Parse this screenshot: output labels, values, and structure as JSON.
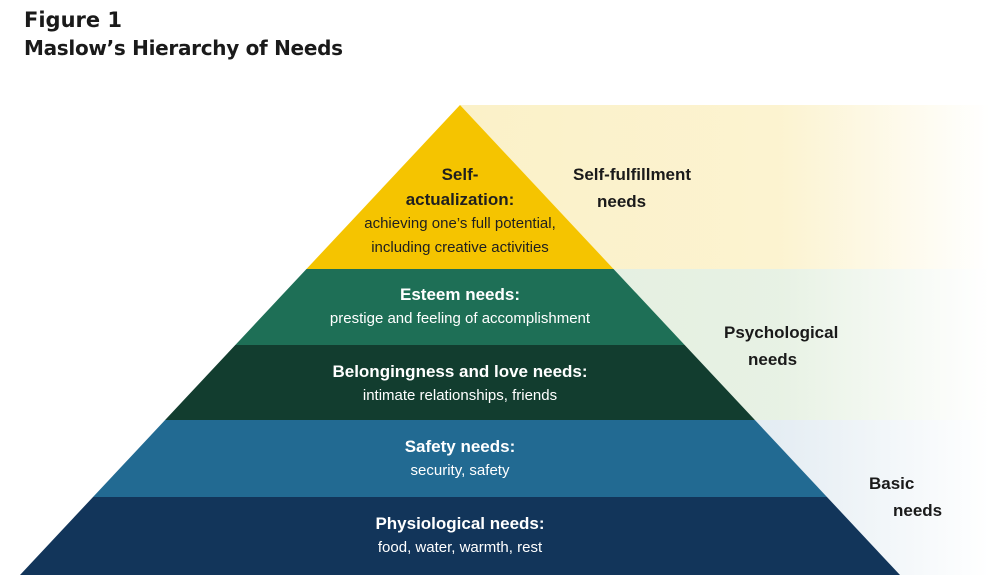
{
  "figure": {
    "number": "Figure 1",
    "title": "Maslow’s Hierarchy of Needs"
  },
  "pyramid": {
    "levels": [
      {
        "title_lines": [
          "Self-",
          "actualization:"
        ],
        "desc_lines": [
          "achieving one’s full potential,",
          "including creative activities"
        ],
        "color": "#F5C400",
        "text_color": "#1f1f1f"
      },
      {
        "title_lines": [
          "Esteem needs:"
        ],
        "desc_lines": [
          "prestige and feeling of accomplishment"
        ],
        "color": "#1E6F56",
        "text_color": "#ffffff"
      },
      {
        "title_lines": [
          "Belongingness and love needs:"
        ],
        "desc_lines": [
          "intimate relationships, friends"
        ],
        "color": "#123D2F",
        "text_color": "#ffffff"
      },
      {
        "title_lines": [
          "Safety needs:"
        ],
        "desc_lines": [
          "security, safety"
        ],
        "color": "#226A92",
        "text_color": "#ffffff"
      },
      {
        "title_lines": [
          "Physiological needs:"
        ],
        "desc_lines": [
          "food, water, warmth, rest"
        ],
        "color": "#12355A",
        "text_color": "#ffffff"
      }
    ]
  },
  "categories": [
    {
      "lines": [
        "Self-fulfillment",
        "needs"
      ],
      "band_color": "#FBF1C8"
    },
    {
      "lines": [
        "Psychological",
        "needs"
      ],
      "band_color": "#E3EFDF"
    },
    {
      "lines": [
        "Basic",
        "needs"
      ],
      "band_color": "#E0EAF1"
    }
  ]
}
